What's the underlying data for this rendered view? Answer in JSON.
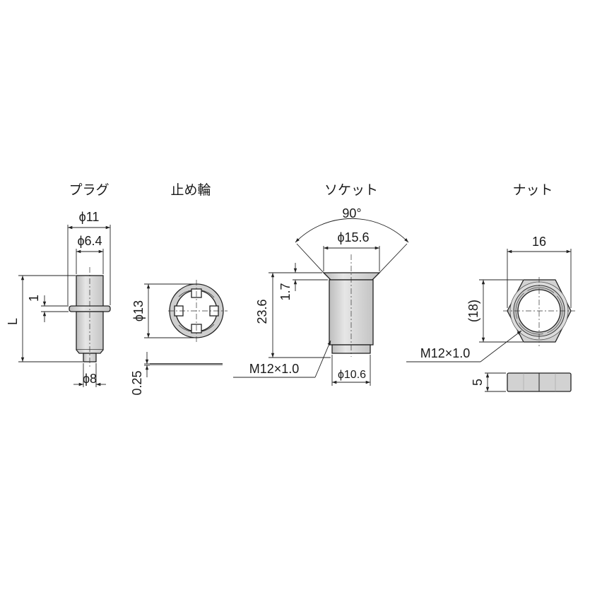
{
  "titles": {
    "plug": "プラグ",
    "retaining_ring": "止め輪",
    "socket": "ソケット",
    "nut": "ナット"
  },
  "plug": {
    "dia_flange": "ϕ11",
    "dia_body": "ϕ6.4",
    "dia_tip": "ϕ8",
    "flange_thickness": "1",
    "length": "L"
  },
  "retaining_ring": {
    "dia": "ϕ13",
    "thickness": "0.25"
  },
  "socket": {
    "angle": "90°",
    "dia_head": "ϕ15.6",
    "head_height": "1.7",
    "length": "23.6",
    "thread": "M12×1.0",
    "dia_body": "ϕ10.6"
  },
  "nut": {
    "across_flats": "16",
    "across_corners": "(18)",
    "thread": "M12×1.0",
    "thickness": "5"
  },
  "colors": {
    "line": "#222222",
    "fill": "#d6d6d6",
    "background": "#ffffff"
  }
}
